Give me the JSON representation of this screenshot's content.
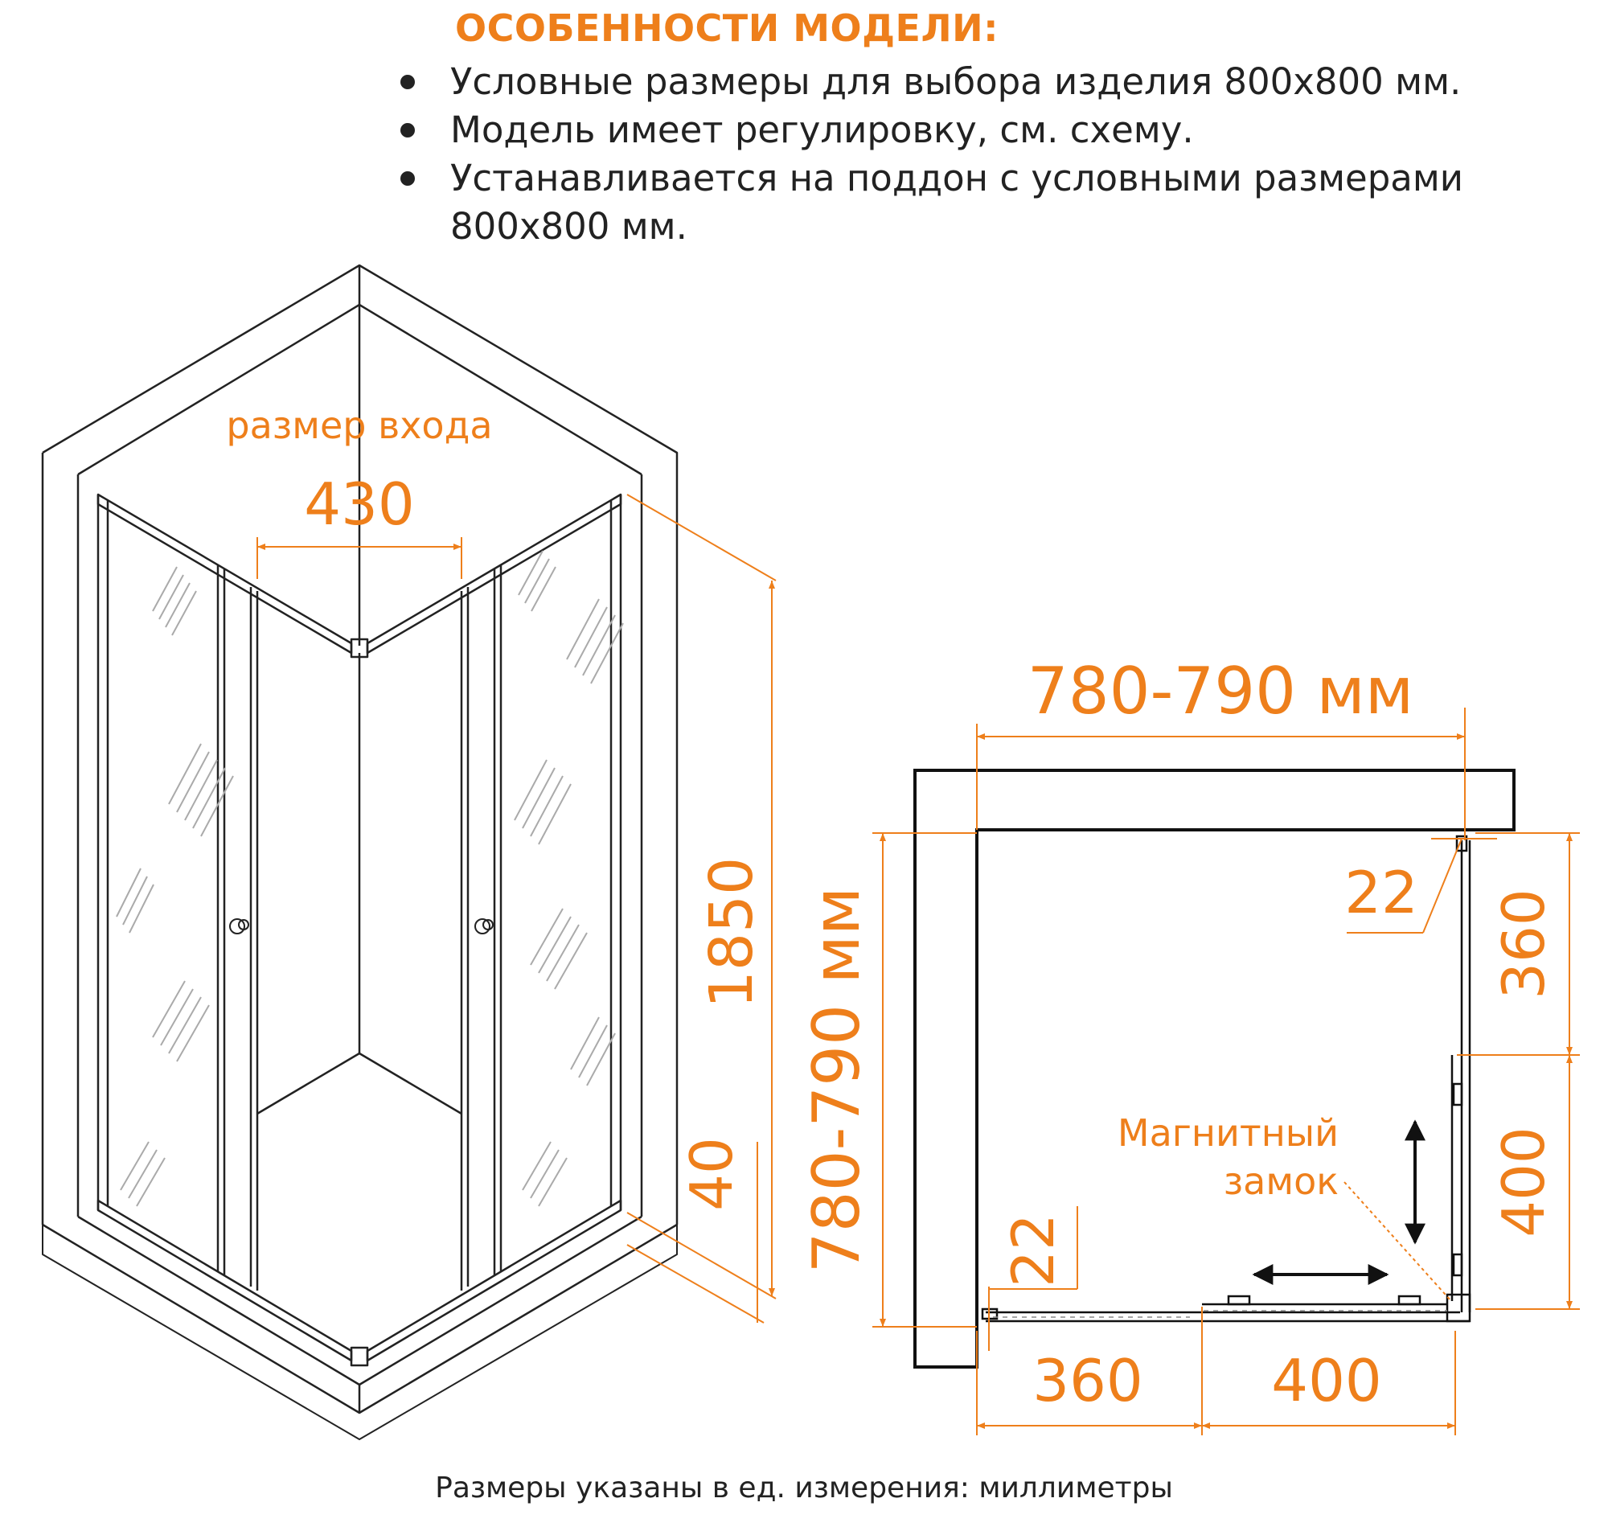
{
  "features": {
    "title": "ОСОБЕННОСТИ МОДЕЛИ:",
    "items": [
      "Условные размеры для выбора изделия 800x800 мм.",
      "Модель имеет регулировку, см. схему.",
      "Устанавливается на поддон с условными размерами 800x800 мм."
    ]
  },
  "iso_view": {
    "entrance_label": "размер входа",
    "entrance_width": "430",
    "height": "1850",
    "base_height": "40"
  },
  "plan_view": {
    "top_width": "780-790 мм",
    "side_width": "780-790 мм",
    "profile_top": "22",
    "profile_left": "22",
    "right_fixed": "360",
    "right_door": "400",
    "bottom_fixed": "360",
    "bottom_door": "400",
    "lock_label_line1": "Магнитный",
    "lock_label_line2": "замок"
  },
  "footer": {
    "note": "Размеры указаны в ед. измерения: миллиметры"
  },
  "colors": {
    "accent": "#ee7f1b",
    "line": "#222222"
  }
}
